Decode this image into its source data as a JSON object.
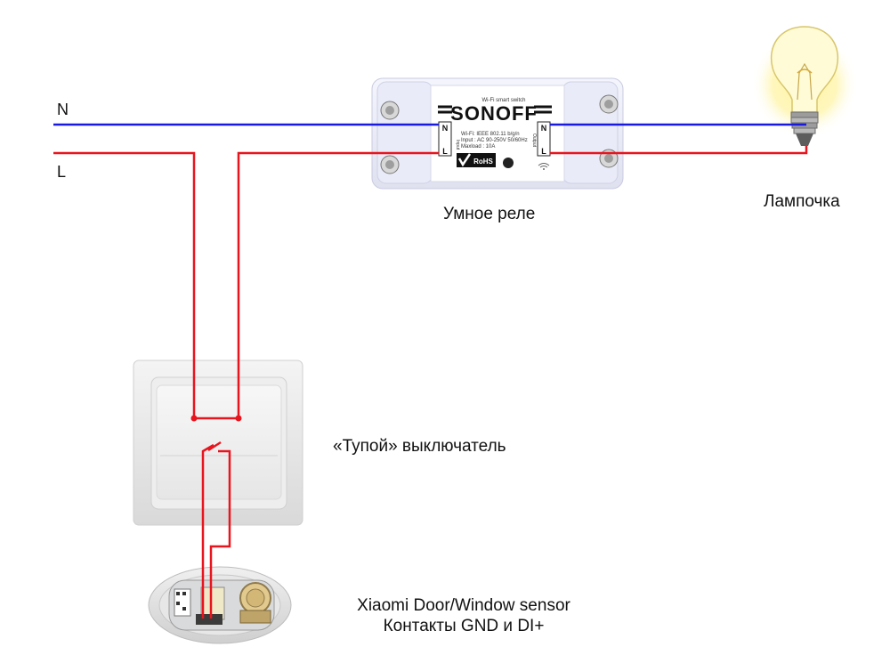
{
  "wires": {
    "neutral_label": "N",
    "live_label": "L",
    "neutral_color": "#1a1adf",
    "live_color": "#e8141e"
  },
  "relay": {
    "brand": "SONOFF",
    "subtitle": "Wi-Fi smart switch",
    "spec_line_1": "Wi-Fi: IEEE 802.11 b/g/n",
    "spec_line_2": "Input : AC 90-250V  50/60Hz",
    "spec_line_3": "Maxload : 10A",
    "input_n": "N",
    "input_l": "L",
    "input_caption": "Input",
    "output_n": "N",
    "output_l": "L",
    "output_caption": "Output",
    "rohs": "RoHS",
    "caption": "Умное реле"
  },
  "lamp": {
    "caption": "Лампочка"
  },
  "switch": {
    "caption": "«Тупой» выключатель"
  },
  "sensor": {
    "caption_line_1": "Xiaomi Door/Window sensor",
    "caption_line_2": "Контакты GND и DI+"
  },
  "colors": {
    "relay_body": "#eef0fa",
    "relay_face": "#ffffff",
    "switch_frame": "#e4e4e4",
    "bulb_glow": "#fff3a0"
  }
}
